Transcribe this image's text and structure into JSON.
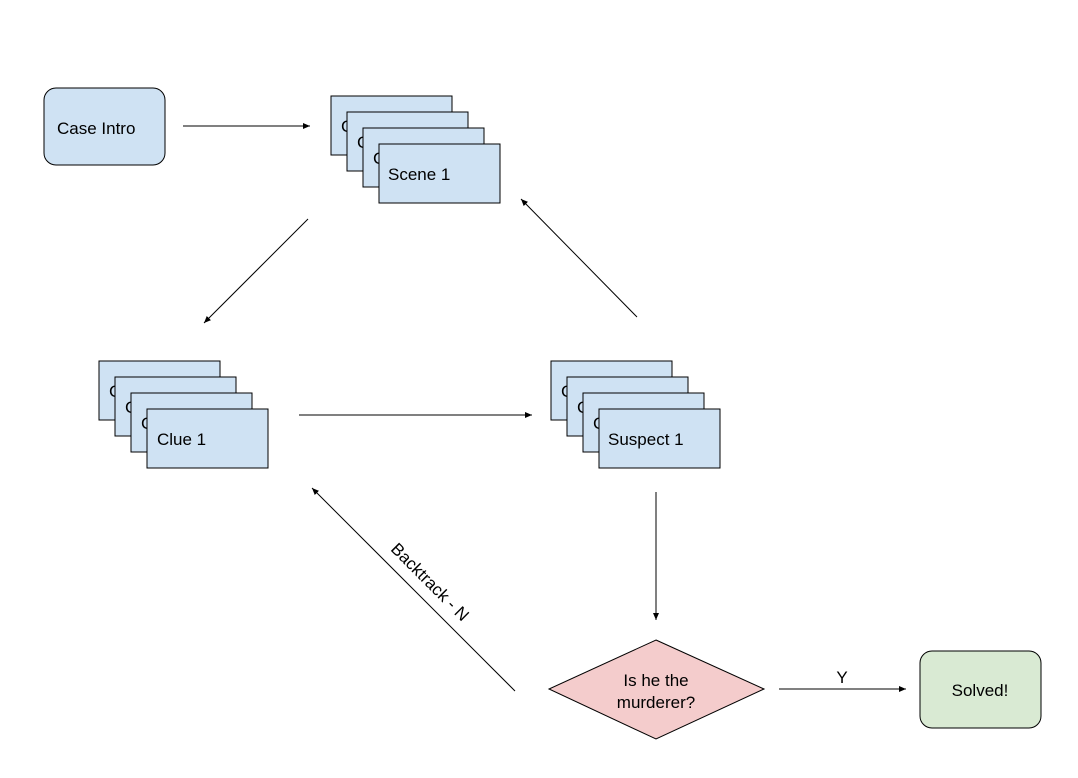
{
  "colors": {
    "blue_fill": "#cfe2f3",
    "green_fill": "#d9ead3",
    "red_fill": "#f4cccc",
    "stroke": "#000000"
  },
  "nodes": {
    "case_intro": "Case Intro",
    "scene_stack": {
      "back_letter": "C",
      "front": "Scene 1"
    },
    "clue_stack": {
      "back_letter": "C",
      "front": "Clue 1"
    },
    "suspect_stack": {
      "back_letter": "C",
      "front": "Suspect 1"
    },
    "decision": {
      "line1": "Is he the",
      "line2": "murderer?"
    },
    "solved": "Solved!"
  },
  "edges": {
    "yes_label": "Y",
    "backtrack_label": "Backtrack - N"
  }
}
